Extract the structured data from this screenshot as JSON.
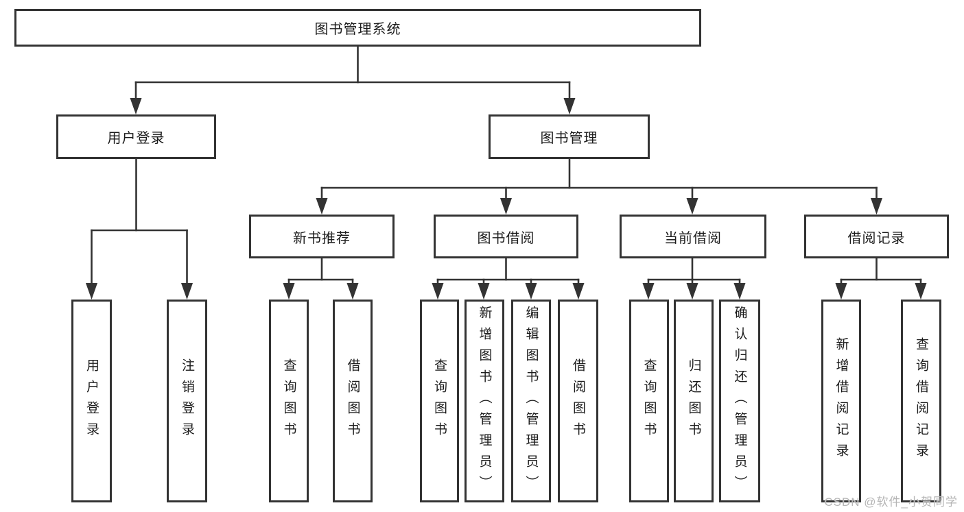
{
  "diagram": {
    "title": "图书管理系统",
    "type": "hierarchy-tree",
    "colors": {
      "line": "#333333",
      "box_border": "#333333",
      "text": "#1b1b1b",
      "background": "#ffffff",
      "watermark": "#b5b5b5"
    },
    "nodes": {
      "root": {
        "label": "图书管理系统"
      },
      "user_login": {
        "label": "用户登录"
      },
      "book_mgmt": {
        "label": "图书管理"
      },
      "new_book_rec": {
        "label": "新书推荐"
      },
      "book_borrow": {
        "label": "图书借阅"
      },
      "current_borrow": {
        "label": "当前借阅"
      },
      "borrow_records": {
        "label": "借阅记录"
      },
      "leaf_user_login": {
        "label": "用户登录"
      },
      "leaf_logout": {
        "label": "注销登录"
      },
      "leaf_query_books_1": {
        "label": "查询图书"
      },
      "leaf_borrow_books_1": {
        "label": "借阅图书"
      },
      "leaf_query_books_2": {
        "label": "查询图书"
      },
      "leaf_add_books": {
        "label": "新增图书（管理员）"
      },
      "leaf_edit_books": {
        "label": "编辑图书（管理员）"
      },
      "leaf_borrow_books_2": {
        "label": "借阅图书"
      },
      "leaf_query_books_3": {
        "label": "查询图书"
      },
      "leaf_return_books": {
        "label": "归还图书"
      },
      "leaf_confirm_return": {
        "label": "确认归还（管理员）"
      },
      "leaf_add_borrow_record": {
        "label": "新增借阅记录"
      },
      "leaf_query_borrow_record": {
        "label": "查询借阅记录"
      }
    },
    "edges": [
      {
        "from": "root",
        "to": [
          "user_login",
          "book_mgmt"
        ]
      },
      {
        "from": "user_login",
        "to": [
          "leaf_user_login",
          "leaf_logout"
        ]
      },
      {
        "from": "book_mgmt",
        "to": [
          "new_book_rec",
          "book_borrow",
          "current_borrow",
          "borrow_records"
        ]
      },
      {
        "from": "new_book_rec",
        "to": [
          "leaf_query_books_1",
          "leaf_borrow_books_1"
        ]
      },
      {
        "from": "book_borrow",
        "to": [
          "leaf_query_books_2",
          "leaf_add_books",
          "leaf_edit_books",
          "leaf_borrow_books_2"
        ]
      },
      {
        "from": "current_borrow",
        "to": [
          "leaf_query_books_3",
          "leaf_return_books",
          "leaf_confirm_return"
        ]
      },
      {
        "from": "borrow_records",
        "to": [
          "leaf_add_borrow_record",
          "leaf_query_borrow_record"
        ]
      }
    ]
  },
  "watermark": {
    "text": "CSDN @软件_小贺同学"
  }
}
